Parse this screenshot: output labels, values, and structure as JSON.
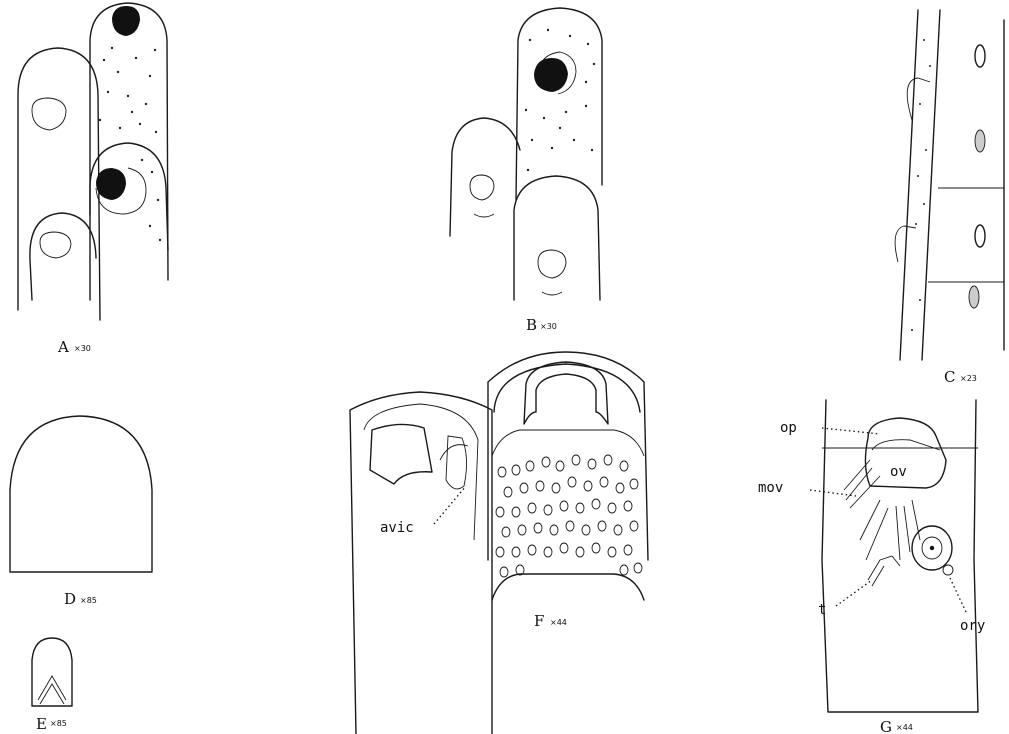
{
  "figures": [
    {
      "id": "A",
      "letter": "A",
      "magnification": "×30"
    },
    {
      "id": "B",
      "letter": "B",
      "magnification": "×30"
    },
    {
      "id": "C",
      "letter": "C",
      "magnification": "×23"
    },
    {
      "id": "D",
      "letter": "D",
      "magnification": "×85"
    },
    {
      "id": "E",
      "letter": "E",
      "magnification": "×85"
    },
    {
      "id": "F",
      "letter": "F",
      "magnification": "×44"
    },
    {
      "id": "G",
      "letter": "G",
      "magnification": "×44"
    }
  ],
  "part_labels": {
    "avic": "avic",
    "op": "op",
    "ov": "ov",
    "mov": "mov",
    "t": "t",
    "ory": "ory"
  }
}
